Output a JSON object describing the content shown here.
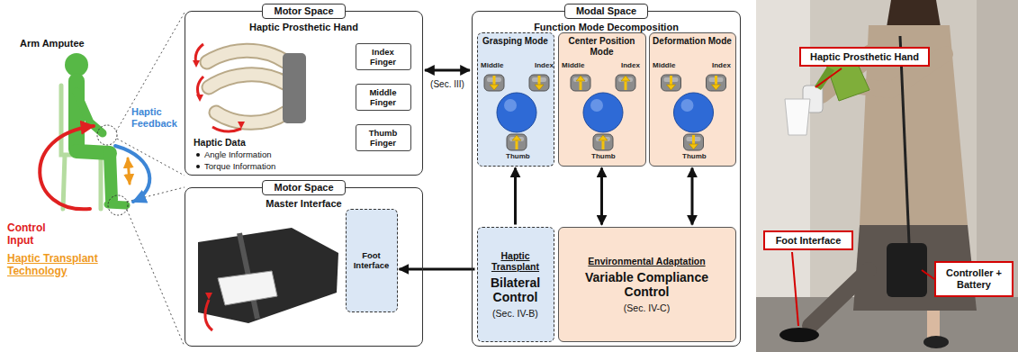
{
  "diagram": {
    "nodes": [
      {
        "text": [
          "Motor Space",
          "Haptic Prosthetic Hand"
        ]
      },
      {
        "text": [
          "Index Finger"
        ],
        "in": 0
      },
      {
        "text": [
          "Middle Finger"
        ],
        "in": 0
      },
      {
        "text": [
          "Thumb Finger"
        ],
        "in": 0
      },
      {
        "text": [
          "Modal Space",
          "Function Mode Decomposition"
        ]
      },
      {
        "text": [
          "Grasping Mode"
        ],
        "in": 4
      },
      {
        "text": [
          "Center Position Mode"
        ],
        "in": 4
      },
      {
        "text": [
          "Deformation Mode"
        ],
        "in": 4
      },
      {
        "text": [
          "Haptic Transplant",
          "Bilateral Control",
          "(Sec. IV-B)"
        ],
        "in": 4
      },
      {
        "text": [
          "Environmental Adaptation",
          "Variable Compliance Control",
          "(Sec. IV-C)"
        ],
        "in": 4
      },
      {
        "text": [
          "Motor Space",
          "Master Interface"
        ]
      },
      {
        "text": [
          "Foot Interface"
        ],
        "in": 10
      },
      {
        "text": [
          "Haptic Prosthetic Hand"
        ]
      },
      {
        "text": [
          "Foot Interface"
        ]
      },
      {
        "text": [
          "Controller + Battery"
        ]
      }
    ],
    "edges": [
      {
        "from": 0,
        "to": 4,
        "arrow": "both",
        "label": "(Sec. III)"
      },
      {
        "from": 8,
        "to": 5,
        "arrow": "to"
      },
      {
        "from": 9,
        "to": 6,
        "arrow": "both"
      },
      {
        "from": 9,
        "to": 7,
        "arrow": "both"
      },
      {
        "from": 8,
        "to": 11,
        "arrow": "to"
      }
    ],
    "labels": [
      "Arm Amputee",
      "Haptic Feedback",
      "Control Input",
      "Haptic Transplant Technology",
      "Haptic Data",
      "Angle Information",
      "Torque Information",
      "Middle",
      "Index",
      "Thumb",
      "Middle",
      "Index",
      "Thumb",
      "Middle",
      "Index",
      "Thumb"
    ]
  }
}
